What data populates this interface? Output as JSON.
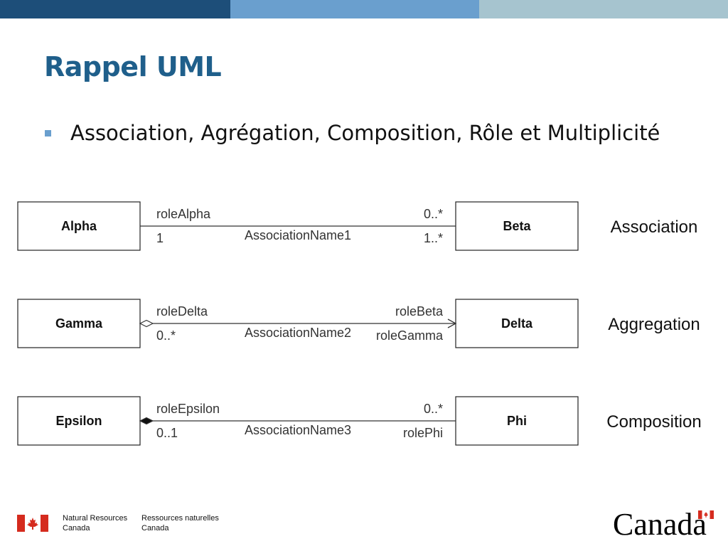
{
  "slide": {
    "title": "Rappel UML",
    "bullet": "Association, Agrégation, Composition, Rôle et Multiplicité"
  },
  "diagram": {
    "rows": [
      {
        "left_class": "Alpha",
        "right_class": "Beta",
        "left_top": "roleAlpha",
        "left_bottom": "1",
        "right_top": "0..*",
        "right_bottom": "1..*",
        "assoc_name": "AssociationName1",
        "kind": "Association",
        "left_end": "none",
        "right_end": "none"
      },
      {
        "left_class": "Gamma",
        "right_class": "Delta",
        "left_top": "roleDelta",
        "left_bottom": "0..*",
        "right_top": "roleBeta",
        "right_bottom": "roleGamma",
        "assoc_name": "AssociationName2",
        "kind": "Aggregation",
        "left_end": "hollow-diamond",
        "right_end": "open-arrow"
      },
      {
        "left_class": "Epsilon",
        "right_class": "Phi",
        "left_top": "roleEpsilon",
        "left_bottom": "0..1",
        "right_top": "0..*",
        "right_bottom": "rolePhi",
        "assoc_name": "AssociationName3",
        "kind": "Composition",
        "left_end": "filled-diamond",
        "right_end": "none"
      }
    ]
  },
  "footer": {
    "dept_en_line1": "Natural Resources",
    "dept_en_line2": "Canada",
    "dept_fr_line1": "Ressources naturelles",
    "dept_fr_line2": "Canada",
    "wordmark": "Canada"
  },
  "colors": {
    "bar_dark": "#1d4e79",
    "bar_mid": "#6a9fce",
    "bar_light": "#a6c4cf",
    "title": "#1f5f8b",
    "flag_red": "#d52b1e"
  }
}
